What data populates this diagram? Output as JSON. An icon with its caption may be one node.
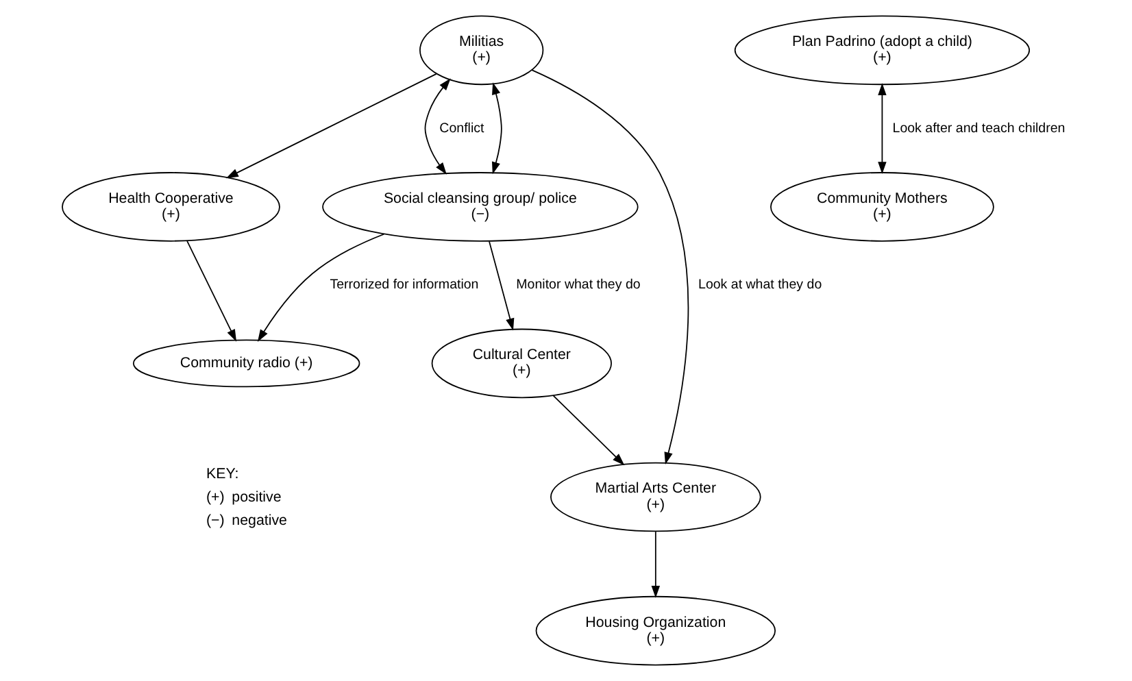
{
  "diagram": {
    "nodes": [
      {
        "text": [
          "Militias",
          "(+)"
        ]
      },
      {
        "text": [
          "Health Cooperative",
          "(+)"
        ]
      },
      {
        "text": [
          "Martial Arts Center",
          "(+)"
        ]
      },
      {
        "text": [
          "Plan Padrino (adopt a child)",
          "(+)"
        ]
      },
      {
        "text": [
          "Housing Organization",
          "(+)"
        ]
      },
      {
        "text": [
          "Community radio (+)"
        ]
      },
      {
        "text": [
          "Cultural Center",
          "(+)"
        ]
      },
      {
        "text": [
          "Social cleansing group/ police",
          "(−)"
        ]
      },
      {
        "text": [
          "Community Mothers",
          "(+)"
        ]
      }
    ],
    "edges": [
      {
        "from": 0,
        "to": 1,
        "arrow": "to"
      },
      {
        "from": 0,
        "to": 2,
        "arrow": "to",
        "label": "Look at what they do"
      },
      {
        "from": 7,
        "to": 0,
        "arrow": "both",
        "label": "Conflict"
      },
      {
        "from": 0,
        "to": 7,
        "arrow": "both"
      },
      {
        "from": 1,
        "to": 5,
        "arrow": "to"
      },
      {
        "from": 2,
        "to": 4,
        "arrow": "to"
      },
      {
        "from": 3,
        "to": 8,
        "arrow": "both",
        "label": "Look after and teach children"
      },
      {
        "from": 7,
        "to": 5,
        "arrow": "to",
        "label": "Terrorized for information"
      },
      {
        "from": 6,
        "to": 2,
        "arrow": "to"
      },
      {
        "from": 7,
        "to": 6,
        "arrow": "to",
        "label": "Monitor what they do"
      }
    ],
    "labels": [
      "KEY:",
      "(+)",
      "positive",
      "(−)",
      "negative"
    ]
  }
}
